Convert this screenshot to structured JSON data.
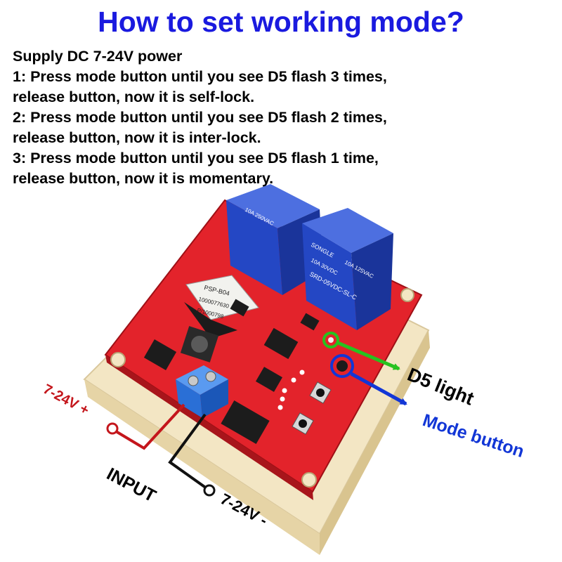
{
  "title": "How to set working mode?",
  "instructions": [
    "Supply DC 7-24V power",
    "1: Press mode button until you see D5 flash 3 times,",
    "release button, now it is self-lock.",
    "2: Press mode button until you see D5 flash 2 times,",
    "release button, now it is inter-lock.",
    "3: Press mode button until you see D5 flash 1 time,",
    "release button, now it is momentary."
  ],
  "labels": {
    "d5_light": "D5 light",
    "mode_button": "Mode button",
    "positive": "7-24V +",
    "negative": "7-24V -",
    "input": "INPUT"
  },
  "board_text": {
    "module": "PSP-B04",
    "module_code": "1000077630",
    "module_code2": "P/1000798",
    "relay_model": "SRD-05VDC-SL-C",
    "relay_brand": "SONGLE",
    "relay_rating1": "10A 250VAC",
    "relay_rating2": "10A 30VDC",
    "relay_rating3": "10A 125VAC"
  },
  "colors": {
    "title": "#1a1adf",
    "pcb": "#e3232b",
    "relay": "#2447c4",
    "d5_marker": "#27c21f",
    "mode_marker": "#1236d6",
    "positive_wire": "#c4161c",
    "negative_wire": "#111111",
    "terminal": "#2a6fd6"
  },
  "icons": [
    "arrow-icon",
    "ring-icon",
    "terminal-dot-icon"
  ]
}
